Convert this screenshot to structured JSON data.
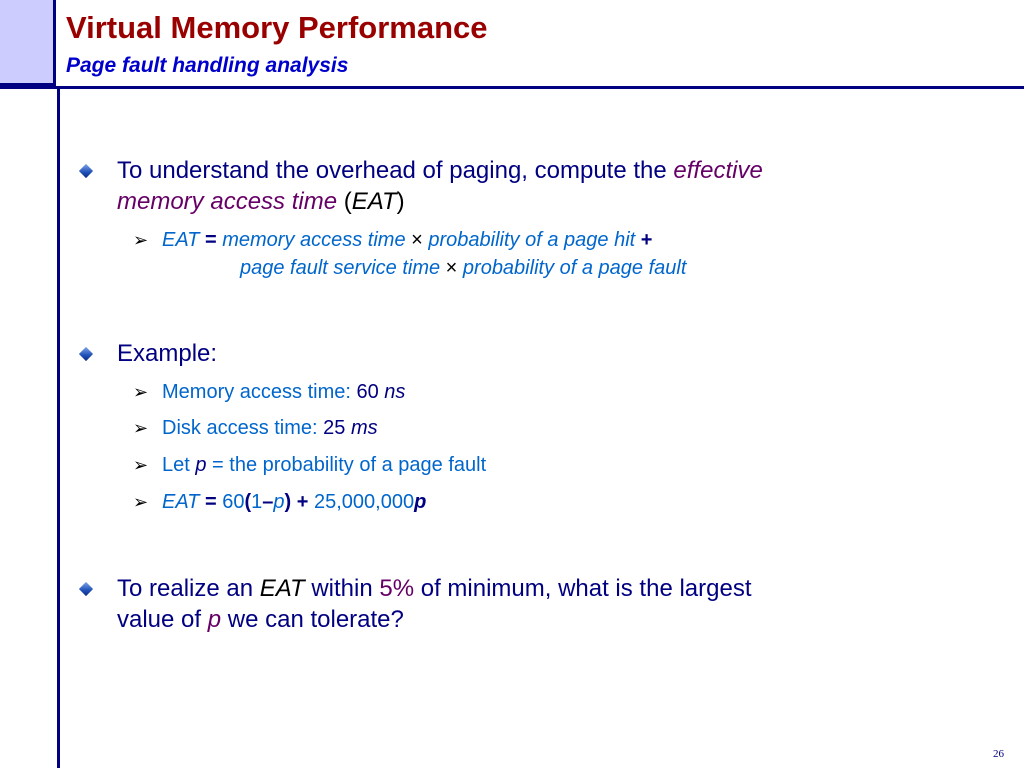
{
  "title": "Virtual Memory Performance",
  "subtitle": "Page fault handling analysis",
  "b1": {
    "line1_prefix": "To understand the overhead of paging, compute the ",
    "line1_em": "effective",
    "line2_em": "memory access time",
    "line2_open": " (",
    "line2_eat": "EAT",
    "line2_close": ")"
  },
  "s1": {
    "eat": "EAT",
    "eq": " = ",
    "mat": "memory access time",
    "times1": " × ",
    "php": "probability of a page hit",
    "plus": " +",
    "pfst": "page fault service time",
    "times2": " × ",
    "ppf": "probability of a page fault"
  },
  "b2": {
    "label": "Example:"
  },
  "ex": {
    "mem_label": "Memory access time: ",
    "mem_val": "60 ",
    "mem_unit": "ns",
    "disk_label": "Disk access time: ",
    "disk_val": "25 ",
    "disk_unit": "ms",
    "let": "Let ",
    "p": "p",
    "let_rest": " = the probability of a page fault",
    "eat": "EAT",
    "eq": " = ",
    "sixty": "60",
    "lp": "(",
    "one": "1",
    "minus": "–",
    "p2": "p",
    "rp": ")",
    "plus": " + ",
    "big": "25,000,000",
    "p3": "p"
  },
  "b3": {
    "pre": "To realize an ",
    "eat": "EAT",
    "within": " within ",
    "pct": "5%",
    "rest": " of minimum, what is the largest",
    "line2_pre": "value of ",
    "p": "p",
    "line2_rest": " we can tolerate?"
  },
  "slide_number": "26"
}
